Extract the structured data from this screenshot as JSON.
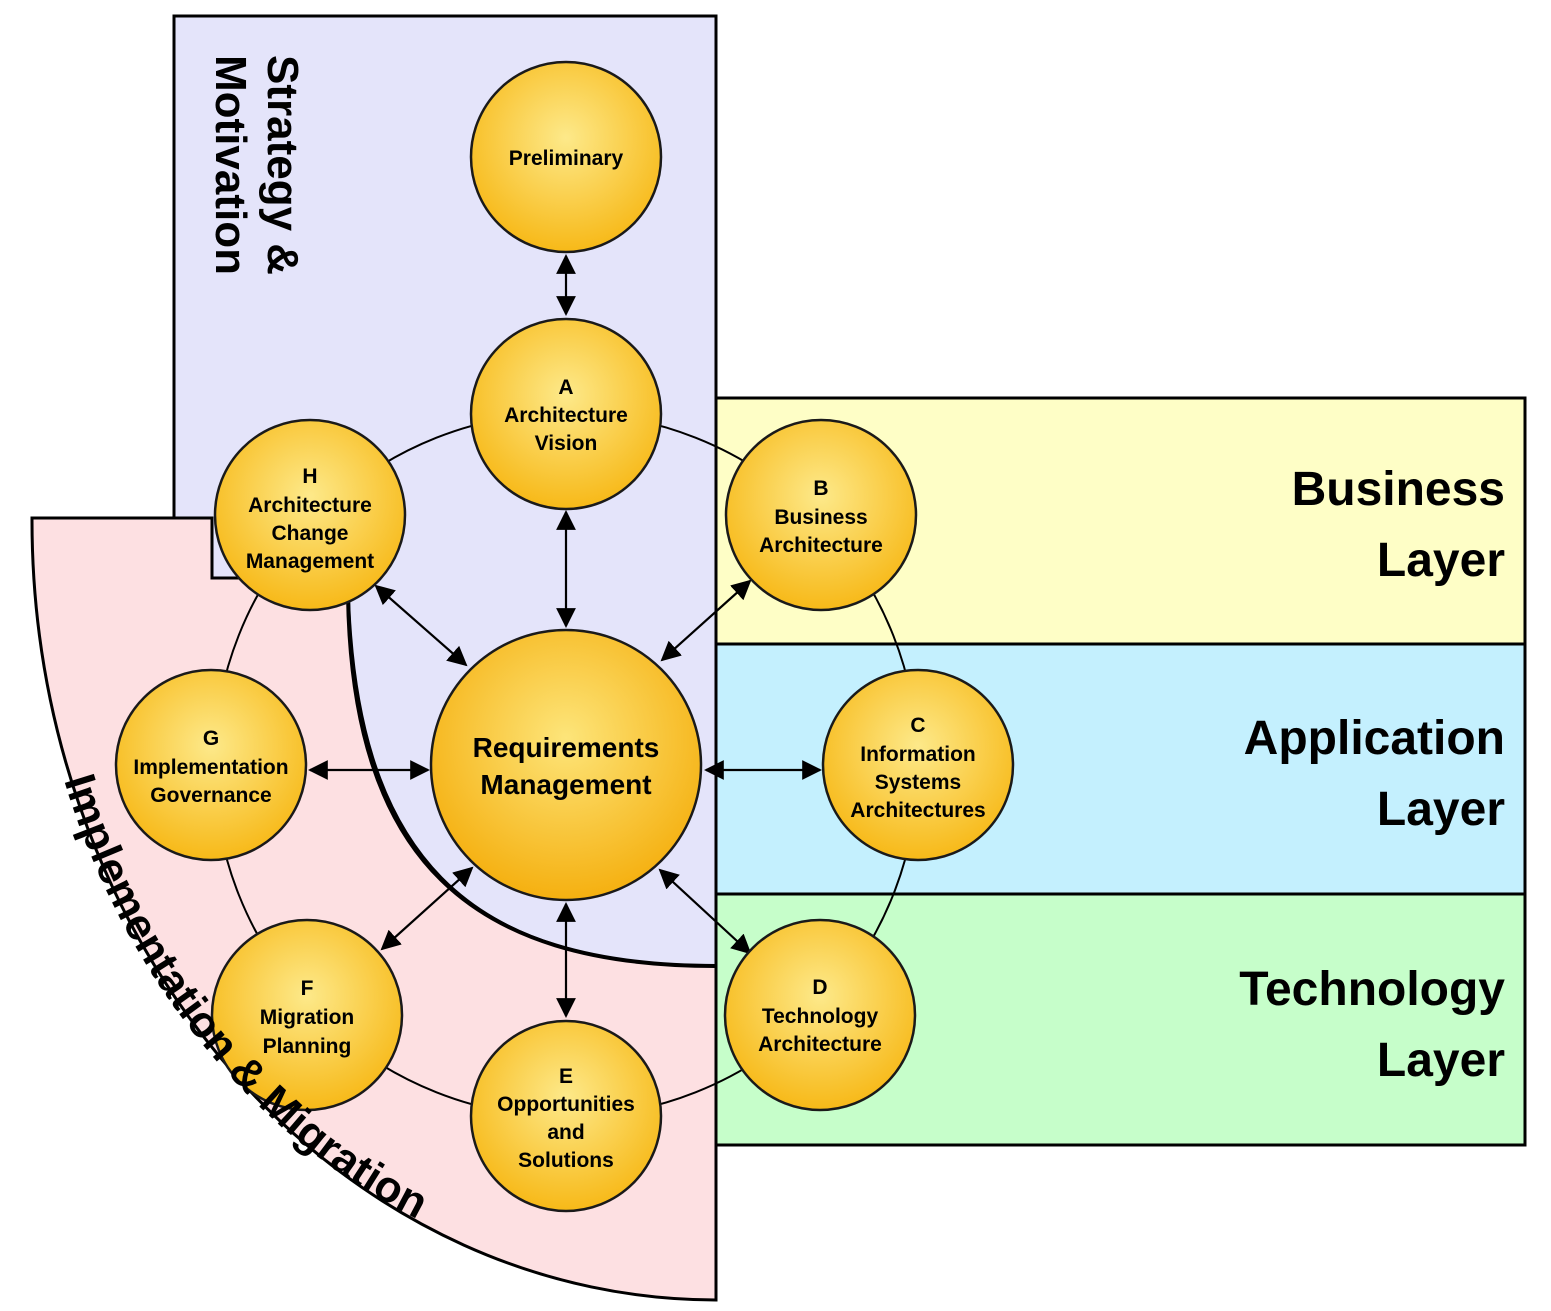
{
  "colors": {
    "strategy_bg": "#e4e4fa",
    "implementation_bg": "#fde0e2",
    "business_bg": "#fefec6",
    "application_bg": "#c4f0fe",
    "technology_bg": "#c6feca",
    "node_fill_light": "#fde98a",
    "node_fill_dark": "#f7b918",
    "node_stroke": "#1a1a1a",
    "line": "#000000"
  },
  "regions": {
    "strategy": {
      "line1": "Strategy &",
      "line2": "Motivation"
    },
    "implementation": {
      "label": "Implementation & Migration"
    }
  },
  "layers": {
    "business": {
      "line1": "Business",
      "line2": "Layer"
    },
    "application": {
      "line1": "Application",
      "line2": "Layer"
    },
    "technology": {
      "line1": "Technology",
      "line2": "Layer"
    }
  },
  "nodes": {
    "preliminary": {
      "lines": [
        "Preliminary"
      ]
    },
    "a": {
      "lines": [
        "A",
        "Architecture",
        "Vision"
      ]
    },
    "b": {
      "lines": [
        "B",
        "Business",
        "Architecture"
      ]
    },
    "c": {
      "lines": [
        "C",
        "Information",
        "Systems",
        "Architectures"
      ]
    },
    "d": {
      "lines": [
        "D",
        "Technology",
        "Architecture"
      ]
    },
    "e": {
      "lines": [
        "E",
        "Opportunities",
        "and",
        "Solutions"
      ]
    },
    "f": {
      "lines": [
        "F",
        "Migration",
        "Planning"
      ]
    },
    "g": {
      "lines": [
        "G",
        "Implementation",
        "Governance"
      ]
    },
    "h": {
      "lines": [
        "H",
        "Architecture",
        "Change",
        "Management"
      ]
    },
    "center": {
      "lines": [
        "Requirements",
        "Management"
      ]
    }
  }
}
